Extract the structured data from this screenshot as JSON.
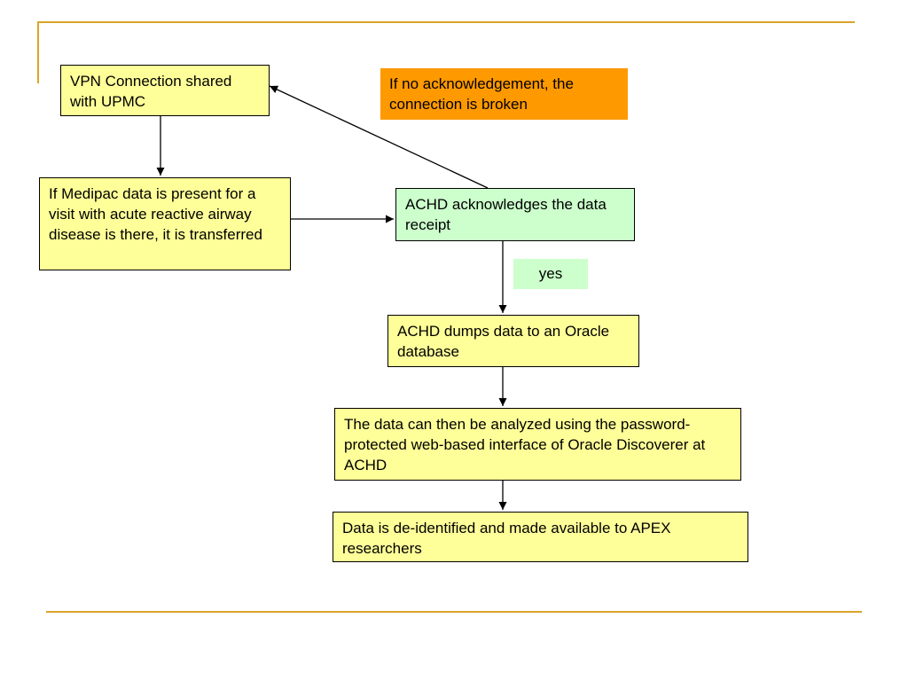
{
  "colors": {
    "accent_rule": "#d9a42a",
    "box_yellow": "#ffff99",
    "box_green": "#ccffcc",
    "box_orange": "#ff9900",
    "line": "#000000"
  },
  "nodes": {
    "vpn": "VPN Connection shared with UPMC",
    "no_ack": "If no acknowledgement, the connection is broken",
    "medipac": "If Medipac data is present for a visit with acute reactive airway disease is there, it is transferred",
    "ack": "ACHD acknowledges the data receipt",
    "dump": "ACHD dumps data to an Oracle database",
    "analyze": "The data can then be analyzed using the password-protected web-based interface of Oracle Discoverer at ACHD",
    "deidentify": "Data is de-identified and made available to APEX researchers"
  },
  "labels": {
    "yes": "yes"
  },
  "edges": [
    {
      "from": "vpn",
      "to": "medipac"
    },
    {
      "from": "medipac",
      "to": "ack"
    },
    {
      "from": "ack",
      "to": "vpn"
    },
    {
      "from": "ack",
      "to": "dump",
      "label": "yes"
    },
    {
      "from": "dump",
      "to": "analyze"
    },
    {
      "from": "analyze",
      "to": "deidentify"
    }
  ]
}
